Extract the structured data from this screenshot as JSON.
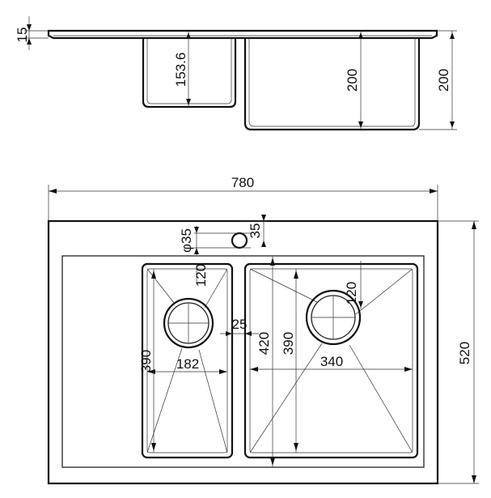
{
  "drawing": {
    "side_view": {
      "deck_thickness": "15",
      "small_bowl_depth": "153.6",
      "large_bowl_depth_inner": "200",
      "large_bowl_depth_outer": "200"
    },
    "top_view": {
      "overall_width": "780",
      "overall_depth": "520",
      "tap_hole_diameter": "φ35",
      "tap_hole_offset": "35",
      "small_bowl_corner_radius": "120",
      "small_bowl_depth_dim": "390",
      "small_bowl_width": "182",
      "bowl_divider_gap": "25",
      "large_bowl_corner_radius": "120",
      "large_bowl_outer_depth": "420",
      "large_bowl_inner_depth": "390",
      "large_bowl_width": "340"
    }
  }
}
